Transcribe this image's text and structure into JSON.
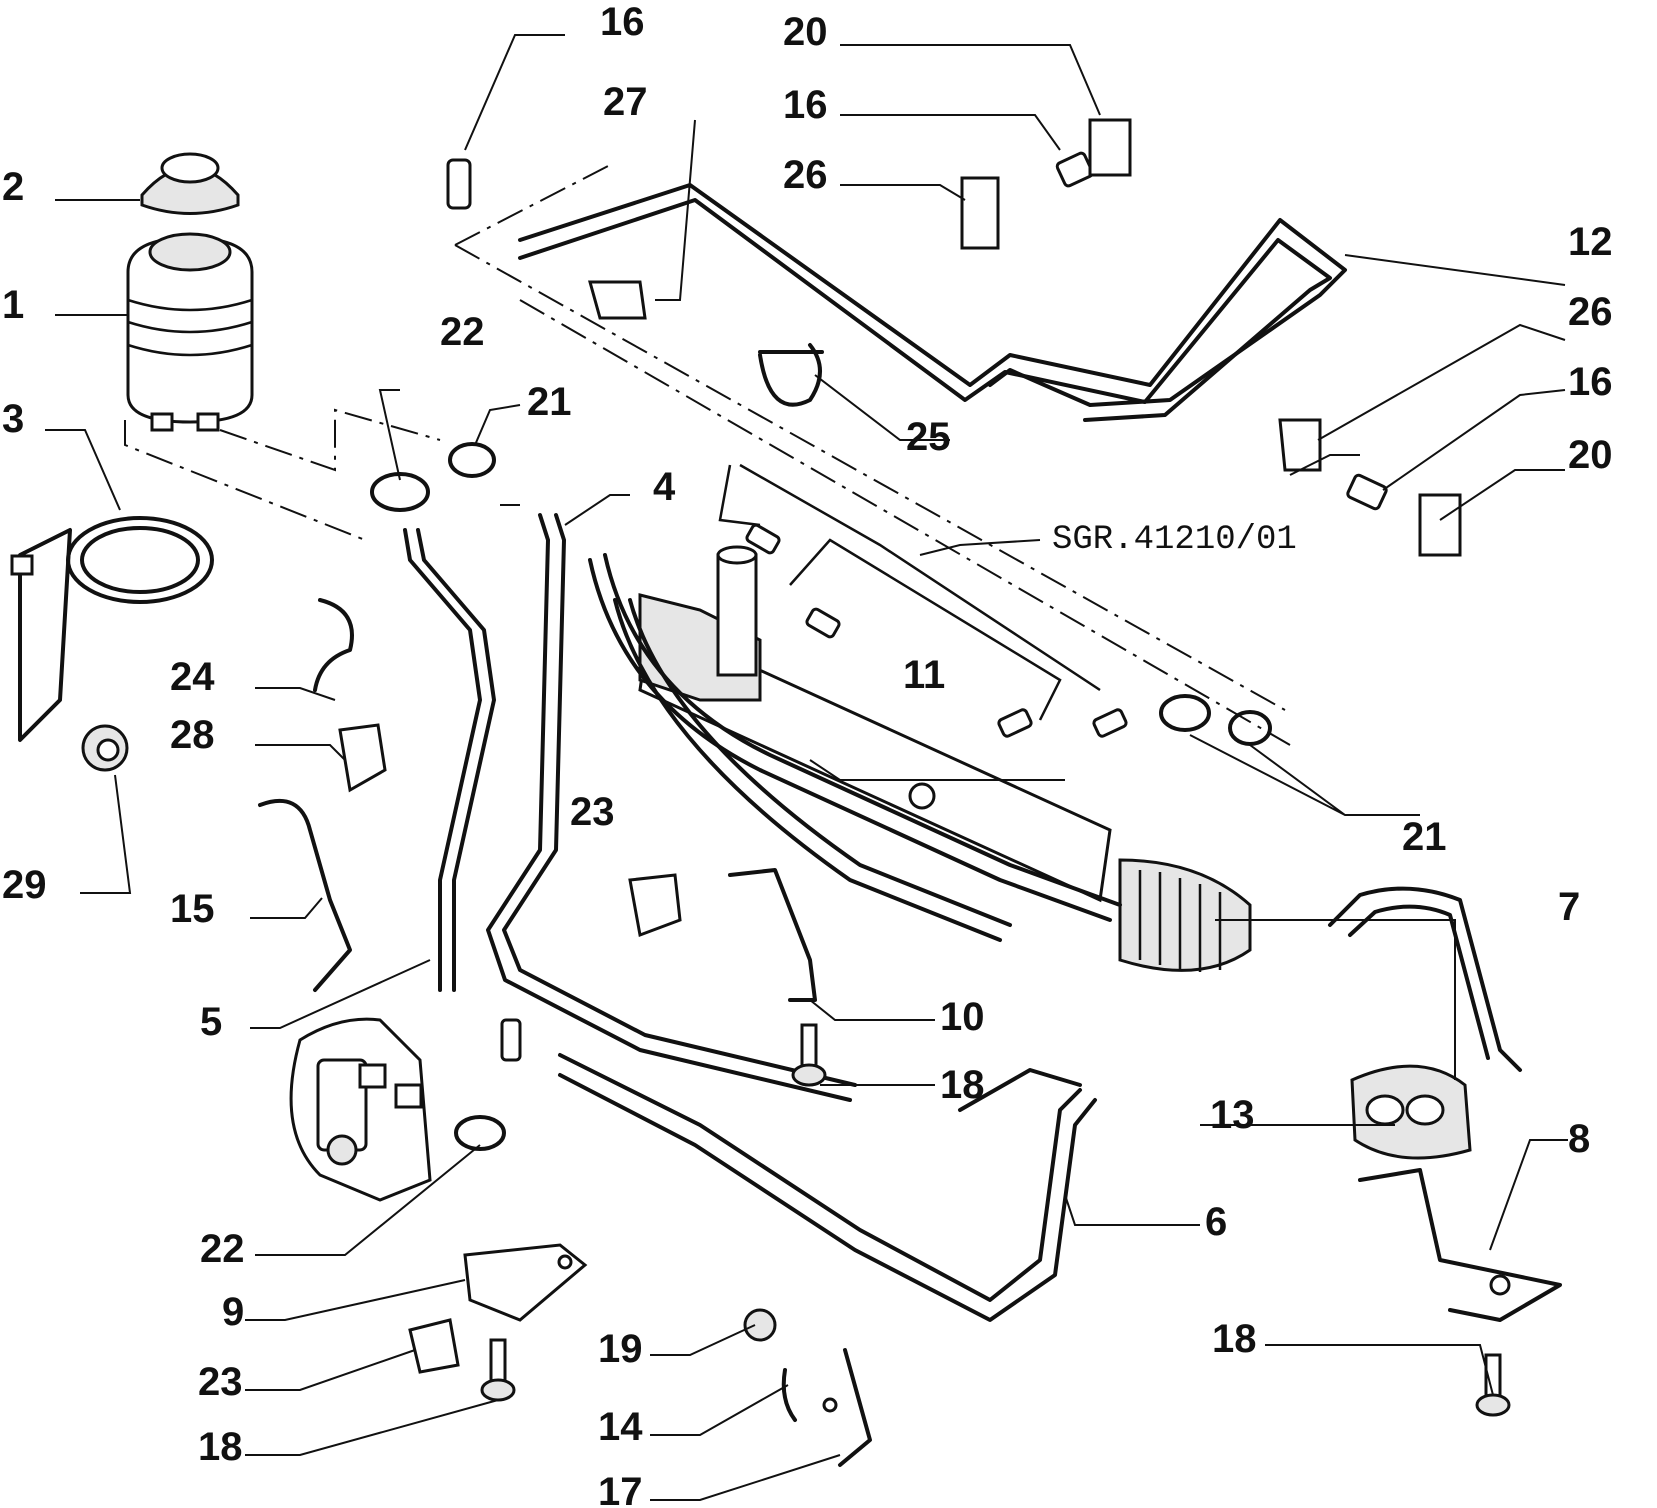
{
  "diagram": {
    "reference_code": "SGR.41210/01",
    "callouts": {
      "c1": "1",
      "c2": "2",
      "c3": "3",
      "c4": "4",
      "c5": "5",
      "c6": "6",
      "c7": "7",
      "c8": "8",
      "c9": "9",
      "c10": "10",
      "c11": "11",
      "c12": "12",
      "c13": "13",
      "c14": "14",
      "c15": "15",
      "c16a": "16",
      "c16b": "16",
      "c16c": "16",
      "c17": "17",
      "c18a": "18",
      "c18b": "18",
      "c18c": "18",
      "c19": "19",
      "c20a": "20",
      "c20b": "20",
      "c21a": "21",
      "c21b": "21",
      "c22a": "22",
      "c22b": "22",
      "c23a": "23",
      "c23b": "23",
      "c24": "24",
      "c25": "25",
      "c26a": "26",
      "c26b": "26",
      "c27": "27",
      "c28": "28",
      "c29": "29"
    }
  }
}
